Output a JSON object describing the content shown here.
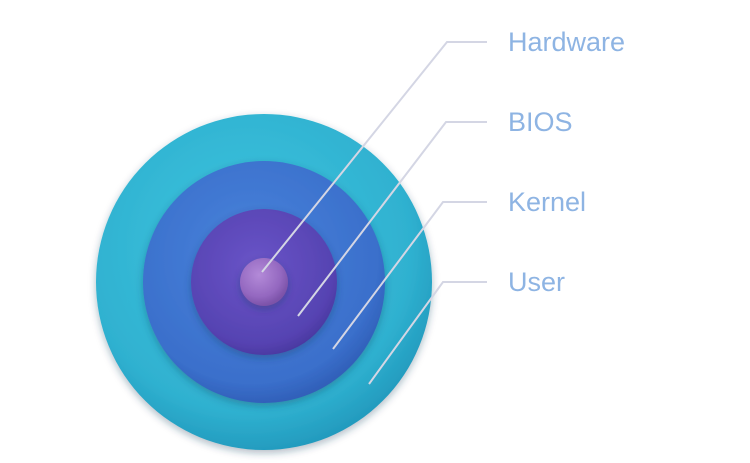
{
  "diagram": {
    "type": "concentric-layers",
    "layers": [
      {
        "label": "Hardware",
        "color": "#9a6fc4"
      },
      {
        "label": "BIOS",
        "color": "#5a45b6"
      },
      {
        "label": "Kernel",
        "color": "#3b72cc"
      },
      {
        "label": "User",
        "color": "#32b4d2"
      }
    ],
    "label_color": "#8eb4e3",
    "leader_color": "#d4d6e4"
  }
}
